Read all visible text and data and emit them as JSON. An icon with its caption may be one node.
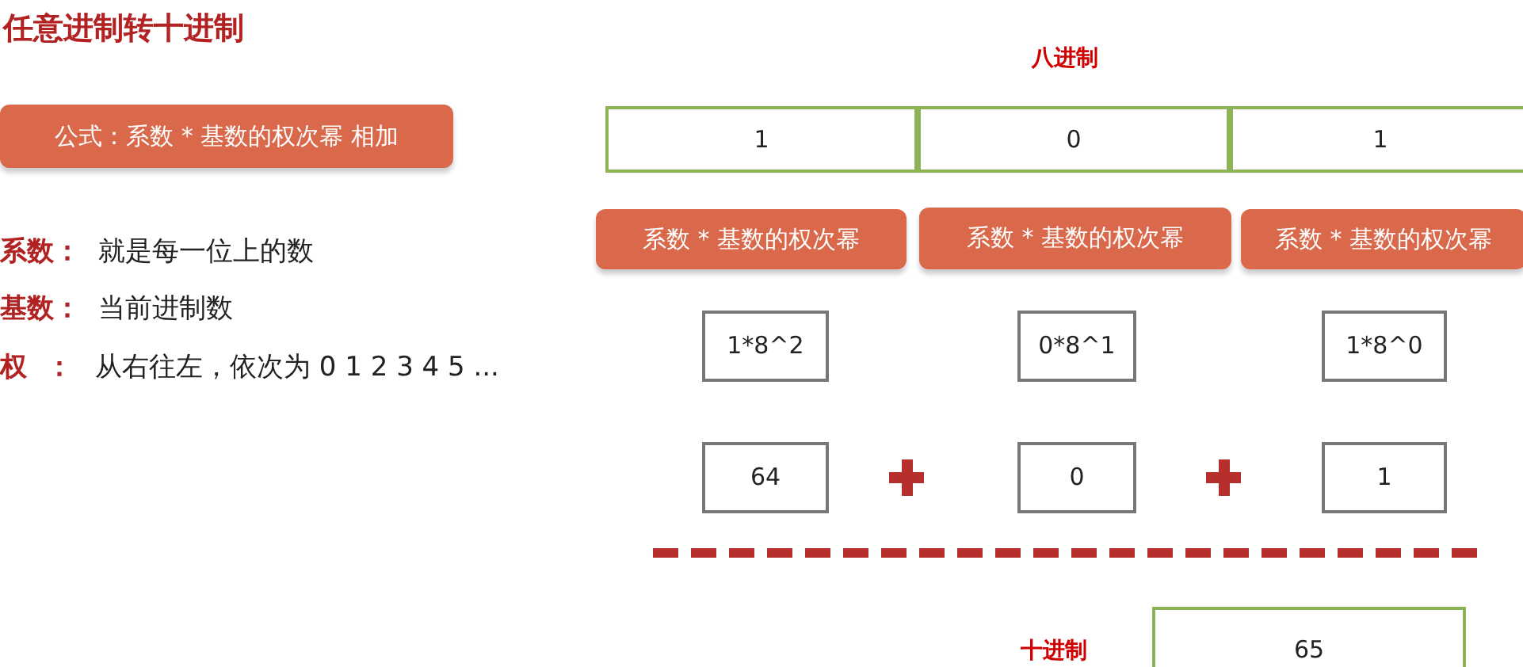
{
  "diagram": {
    "title": "任意进制转十进制",
    "nodes": [
      {
        "text": [
          "公式：系数 * 基数的权次幂 相加"
        ]
      },
      {
        "text": [
          "1"
        ]
      },
      {
        "text": [
          "0"
        ]
      },
      {
        "text": [
          "1"
        ]
      },
      {
        "text": [
          "系数 * 基数的权次幂"
        ]
      },
      {
        "text": [
          "系数 * 基数的权次幂"
        ]
      },
      {
        "text": [
          "系数 * 基数的权次幂"
        ]
      },
      {
        "text": [
          "1*8^2"
        ]
      },
      {
        "text": [
          "0*8^1"
        ]
      },
      {
        "text": [
          "1*8^0"
        ]
      },
      {
        "text": [
          "64"
        ]
      },
      {
        "text": [
          "0"
        ]
      },
      {
        "text": [
          "1"
        ]
      },
      {
        "text": [
          "65"
        ],
        "beside": [
          "十进制"
        ]
      }
    ],
    "labels": [
      "八进制",
      "系数：",
      "就是每一位上的数",
      "基数：",
      "当前进制数",
      "权  ：",
      "从右往左，依次为 0 1 2 3 4 5 ..."
    ]
  }
}
